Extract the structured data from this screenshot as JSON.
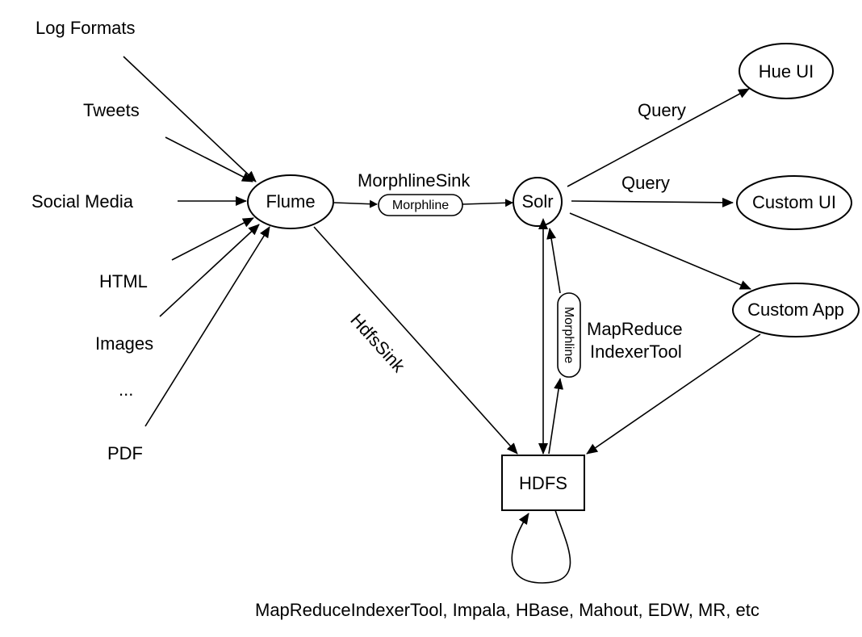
{
  "sources": {
    "log_formats": "Log Formats",
    "tweets": "Tweets",
    "social_media": "Social Media",
    "html": "HTML",
    "images": "Images",
    "ellipsis": "...",
    "pdf": "PDF"
  },
  "nodes": {
    "flume": "Flume",
    "solr": "Solr",
    "hdfs": "HDFS",
    "hue_ui": "Hue UI",
    "custom_ui": "Custom UI",
    "custom_app": "Custom App"
  },
  "edges": {
    "morphline_sink": "MorphlineSink",
    "morphline_h": "Morphline",
    "morphline_v": "Morphline",
    "hdfs_sink": "HdfsSink",
    "query_hue": "Query",
    "query_custom": "Query",
    "mapreduce_line1": "MapReduce",
    "mapreduce_line2": "IndexerTool"
  },
  "footer": "MapReduceIndexerTool, Impala, HBase, Mahout, EDW, MR, etc"
}
